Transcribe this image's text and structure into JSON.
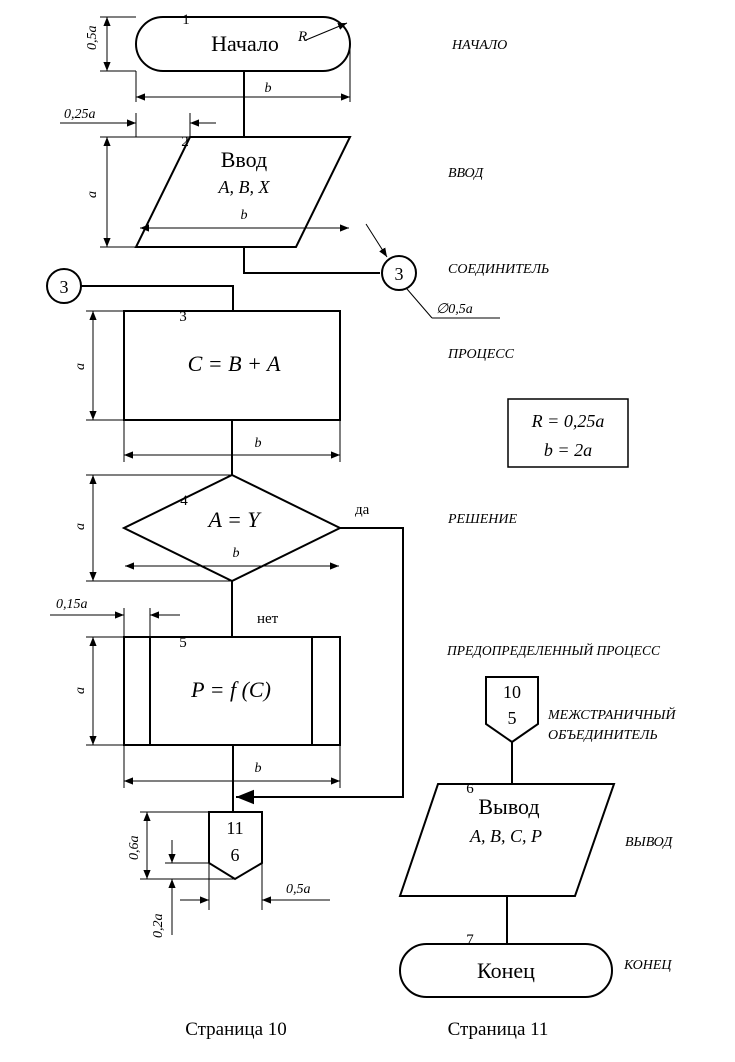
{
  "blocks": {
    "start": {
      "num": "1",
      "text": "Начало",
      "radius_label": "R"
    },
    "input": {
      "num": "2",
      "title": "Ввод",
      "vars": "A, B, X",
      "dim": "b"
    },
    "process": {
      "num": "3",
      "text": "C = B + A"
    },
    "decision": {
      "num": "4",
      "text": "A = Y",
      "dim": "b",
      "yes": "да",
      "no": "нет"
    },
    "predefined": {
      "num": "5",
      "text": "P = f (C)"
    },
    "offpage_out": {
      "top": "11",
      "bottom": "6"
    },
    "offpage_in": {
      "top": "10",
      "bottom": "5"
    },
    "output": {
      "num": "6",
      "title": "Вывод",
      "vars": "A, B, C, P"
    },
    "end": {
      "num": "7",
      "text": "Конец"
    },
    "connector": {
      "label": "3"
    }
  },
  "dimensions": {
    "start_height": "0,5a",
    "start_width": "b",
    "input_offset": "0,25a",
    "input_height": "a",
    "connector_diameter": "∅0,5a",
    "process_height": "a",
    "process_width": "b",
    "decision_height": "a",
    "predefined_offset": "0,15a",
    "predefined_height": "a",
    "predefined_width": "b",
    "offpage_height": "0,6a",
    "offpage_bevel": "0,2a",
    "offpage_width": "0,5a"
  },
  "legend": {
    "start": "НАЧАЛО",
    "input": "ВВОД",
    "connector": "СОЕДИНИТЕЛЬ",
    "process": "ПРОЦЕСС",
    "decision": "РЕШЕНИЕ",
    "predefined": "ПРЕДОПРЕДЕЛЕННЫЙ ПРОЦЕСС",
    "offpage_line1": "МЕЖСТРАНИЧНЫЙ",
    "offpage_line2": "ОБЪЕДИНИТЕЛЬ",
    "output": "ВЫВОД",
    "end": "КОНЕЦ"
  },
  "formula": {
    "line1": "R = 0,25a",
    "line2": "b = 2a"
  },
  "captions": {
    "page_left": "Страница 10",
    "page_right": "Страница 11"
  }
}
